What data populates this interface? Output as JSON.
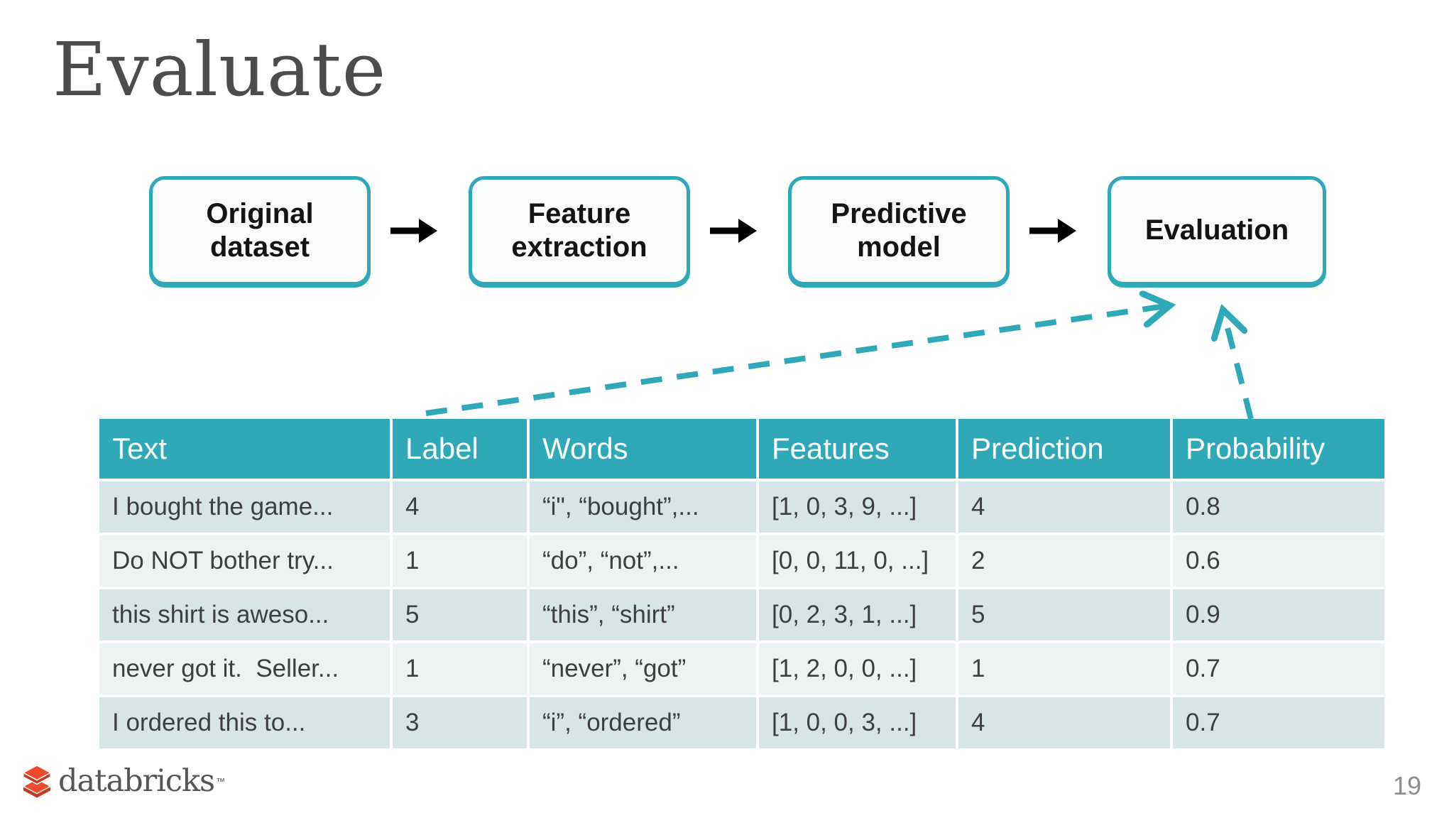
{
  "slide": {
    "title": "Evaluate",
    "page_number": "19"
  },
  "pipeline": {
    "boxes": [
      {
        "label": "Original dataset"
      },
      {
        "label": "Feature extraction"
      },
      {
        "label": "Predictive model"
      },
      {
        "label": "Evaluation"
      }
    ]
  },
  "table": {
    "headers": [
      "Text",
      "Label",
      "Words",
      "Features",
      "Prediction",
      "Probability"
    ],
    "rows": [
      [
        "I bought the game...",
        "4",
        "“i\", “bought”,...",
        "[1, 0, 3, 9, ...]",
        "4",
        "0.8"
      ],
      [
        "Do NOT bother try...",
        "1",
        "“do”, “not”,...",
        "[0, 0, 11, 0, ...]",
        "2",
        "0.6"
      ],
      [
        "this shirt is aweso...",
        "5",
        "“this”, “shirt”",
        "[0, 2, 3, 1, ...]",
        "5",
        "0.9"
      ],
      [
        "never got it.  Seller...",
        "1",
        "“never”, “got”",
        "[1, 2, 0, 0, ...]",
        "1",
        "0.7"
      ],
      [
        "I ordered this to...",
        "3",
        "“i”, “ordered”",
        "[1, 0, 0, 3, ...]",
        "4",
        "0.7"
      ]
    ]
  },
  "footer": {
    "logo_text": "databricks",
    "logo_tm": "™"
  },
  "colors": {
    "teal": "#2FA8B8",
    "table_header_bg": "#2FA8B8",
    "row_odd": "#D8E5E6",
    "row_even": "#EDF2F2",
    "title_text": "#4C4C4E",
    "body_text": "#3E3E3E",
    "page_number": "#8E8E8E",
    "arrow_black": "#000000",
    "logo_red": "#EF4A2B",
    "logo_red_dark": "#C33A20"
  }
}
